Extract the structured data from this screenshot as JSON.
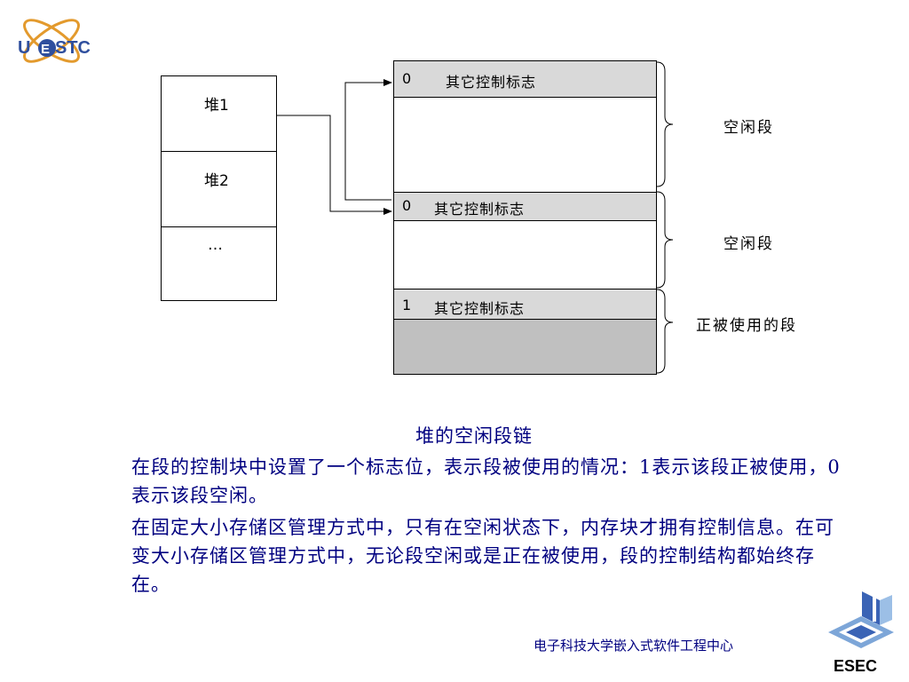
{
  "logos": {
    "top_left_text": "UESTC",
    "bottom_right_text": "ESEC"
  },
  "heap_list": {
    "items": [
      "堆1",
      "堆2",
      "…"
    ]
  },
  "segments": [
    {
      "flag": "0",
      "label": "其它控制标志",
      "state": "free"
    },
    {
      "flag": "0",
      "label": "其它控制标志",
      "state": "free"
    },
    {
      "flag": "1",
      "label": "其它控制标志",
      "state": "used"
    }
  ],
  "brace_labels": [
    "空闲段",
    "空闲段",
    "正被使用的段"
  ],
  "caption": "堆的空闲段链",
  "paragraphs": [
    "在段的控制块中设置了一个标志位，表示段被使用的情况：1表示该段正被使用，0表示该段空闲。",
    "在固定大小存储区管理方式中，只有在空闲状态下，内存块才拥有控制信息。在可变大小存储区管理方式中，无论段空闲或是正在被使用，段的控制结构都始终存在。"
  ],
  "footer": "电子科技大学嵌入式软件工程中心",
  "colors": {
    "text_blue": "#000080",
    "header_gray": "#d9d9d9",
    "used_gray": "#c0c0c0"
  }
}
